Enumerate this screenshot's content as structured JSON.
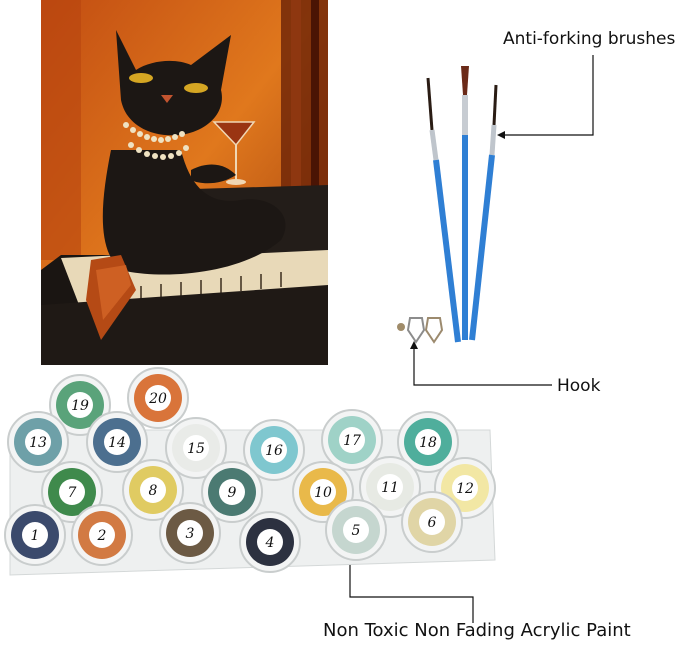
{
  "labels": {
    "brushes": "Anti-forking brushes",
    "hook": "Hook",
    "paint": "Non Toxic Non Fading Acrylic Paint"
  },
  "pots": [
    {
      "num": "19",
      "color": "#5aa37a"
    },
    {
      "num": "20",
      "color": "#d9743a"
    },
    {
      "num": "13",
      "color": "#6ea0a8"
    },
    {
      "num": "14",
      "color": "#4c6f8f"
    },
    {
      "num": "15",
      "color": "#e9ebe8"
    },
    {
      "num": "16",
      "color": "#7fc7cf"
    },
    {
      "num": "17",
      "color": "#9fd2c7"
    },
    {
      "num": "18",
      "color": "#4fae9c"
    },
    {
      "num": "7",
      "color": "#3f8a4c"
    },
    {
      "num": "8",
      "color": "#e0cb62"
    },
    {
      "num": "9",
      "color": "#4b7a72"
    },
    {
      "num": "10",
      "color": "#e9b94a"
    },
    {
      "num": "11",
      "color": "#e7eae4"
    },
    {
      "num": "12",
      "color": "#f2e7a4"
    },
    {
      "num": "1",
      "color": "#3b4a6c"
    },
    {
      "num": "2",
      "color": "#d27a43"
    },
    {
      "num": "3",
      "color": "#6c5a44"
    },
    {
      "num": "4",
      "color": "#2c3140"
    },
    {
      "num": "5",
      "color": "#c5d6cf"
    },
    {
      "num": "6",
      "color": "#e0d5a6"
    }
  ]
}
